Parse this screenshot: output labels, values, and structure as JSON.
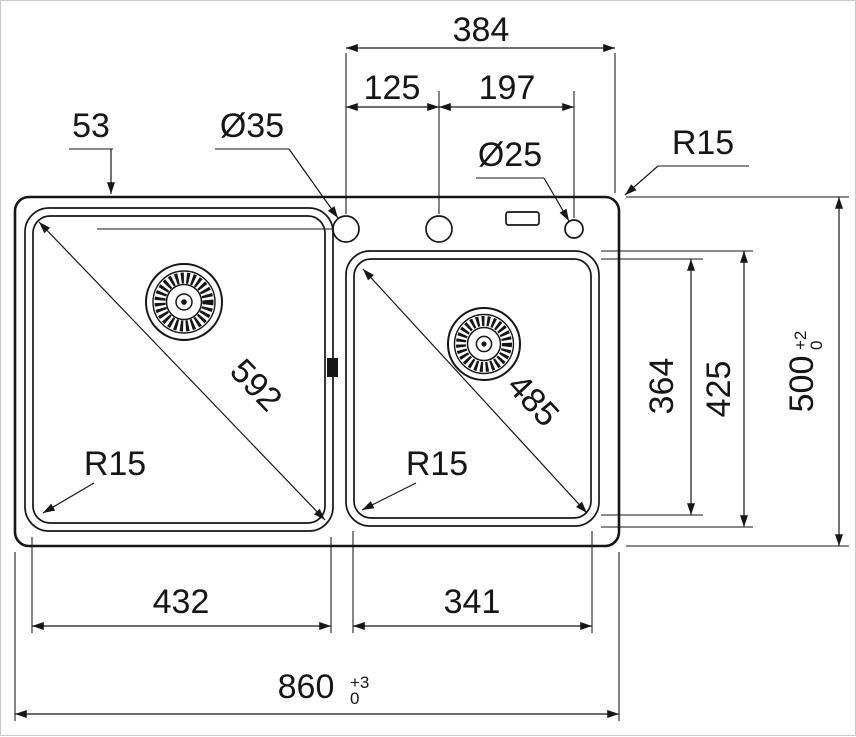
{
  "drawing": {
    "line_color": "#161616",
    "background_color": "#ffffff"
  },
  "dims": {
    "top_span": "384",
    "tap_pitch_left": "125",
    "tap_pitch_right": "197",
    "tap_edge_offset": "53",
    "tap_hole_diameter": "Ø35",
    "accessory_hole_diameter": "Ø25",
    "outer_corner_radius": "R15",
    "left_bowl_diagonal": "592",
    "right_bowl_diagonal": "485",
    "right_bowl_inner_depth": "364",
    "right_bowl_outer_depth": "425",
    "overall_depth": "500",
    "overall_depth_tol_upper": "+2",
    "overall_depth_tol_lower": "0",
    "left_bowl_width": "432",
    "right_bowl_width": "341",
    "overall_width": "860",
    "overall_width_tol_upper": "+3",
    "overall_width_tol_lower": "0",
    "left_bowl_corner_radius": "R15",
    "right_bowl_corner_radius": "R15"
  }
}
